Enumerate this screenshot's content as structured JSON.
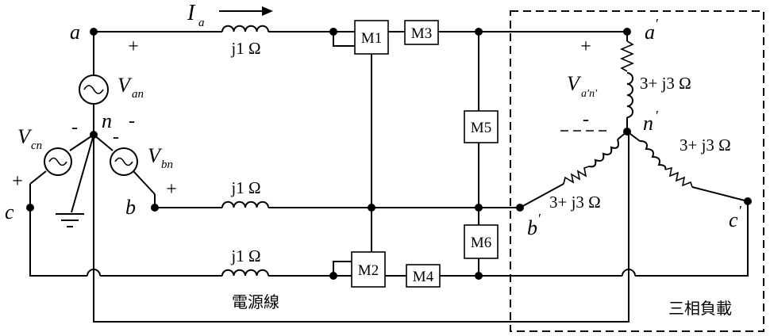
{
  "nodes": {
    "a": "a",
    "b": "b",
    "c": "c",
    "n": "n",
    "a_load": "a",
    "b_load": "b",
    "c_load": "c",
    "n_load": "n",
    "prime": "′"
  },
  "sources": {
    "an": {
      "symbol": "V",
      "sub": "an"
    },
    "bn": {
      "symbol": "V",
      "sub": "bn"
    },
    "cn": {
      "symbol": "V",
      "sub": "cn"
    }
  },
  "current": {
    "symbol": "I",
    "sub": "a"
  },
  "line_impedance": "j1 Ω",
  "load_impedance": "3+ j3 Ω",
  "load_voltage": {
    "symbol": "V",
    "sub": "a′n′"
  },
  "meters": [
    "M1",
    "M2",
    "M3",
    "M4",
    "M5",
    "M6"
  ],
  "labels": {
    "power_line": "電源線",
    "three_phase_load": "三相負載"
  },
  "signs": {
    "plus": "+",
    "minus": "-"
  }
}
